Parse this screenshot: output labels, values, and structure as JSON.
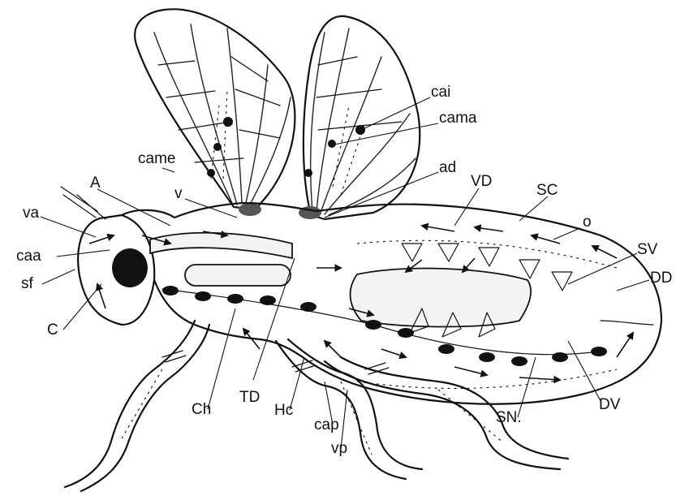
{
  "labels": {
    "cai": "cai",
    "cama": "cama",
    "came": "came",
    "ad": "ad",
    "a": "A",
    "v": "v",
    "vd": "VD",
    "sc": "SC",
    "va": "va",
    "o": "o",
    "caa": "caa",
    "sv": "SV",
    "sf": "sf",
    "dd": "DD",
    "c": "C",
    "ch": "Ch",
    "td": "TD",
    "hc": "Hc",
    "cap": "cap",
    "vp": "vp",
    "sn": "SN.",
    "dv": "DV"
  },
  "colors": {
    "ink": "#111111",
    "paper": "#ffffff"
  }
}
